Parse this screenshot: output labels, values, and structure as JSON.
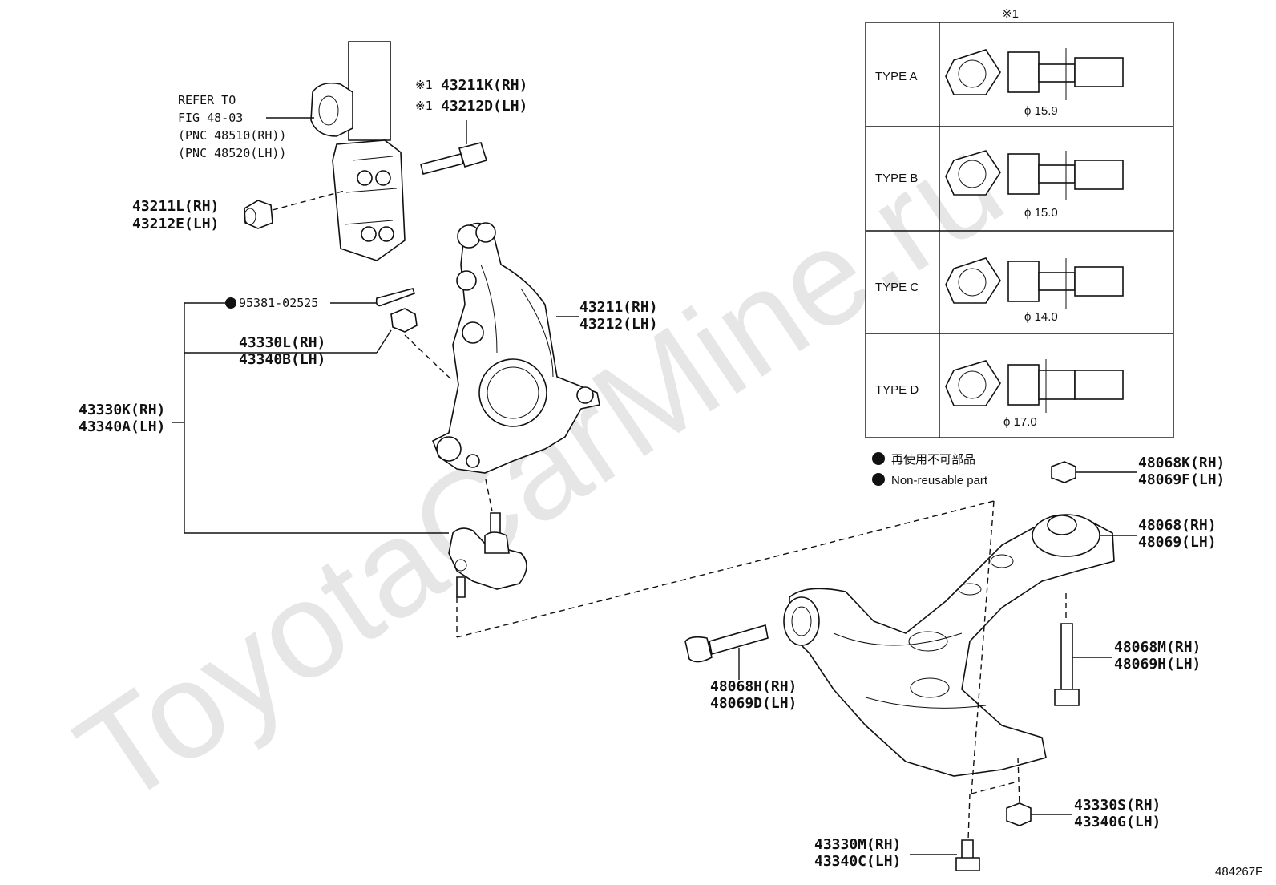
{
  "watermark": "ToyotaCarMine.ru",
  "figure_number": "484267F",
  "refer": {
    "line1": "REFER TO",
    "line2": "FIG 48-03",
    "line3": "(PNC 48510(RH))",
    "line4": "(PNC 48520(LH))"
  },
  "labels": {
    "bolt_rh": "43211K(RH)",
    "bolt_lh": "43212D(LH)",
    "bolt_mark": "※1",
    "nut_rh": "43211L(RH)",
    "nut_lh": "43212E(LH)",
    "cotter_pin": "95381-02525",
    "castle_nut_rh": "43330L(RH)",
    "castle_nut_lh": "43340B(LH)",
    "ball_joint_rh": "43330K(RH)",
    "ball_joint_lh": "43340A(LH)",
    "knuckle_rh": "43211(RH)",
    "knuckle_lh": "43212(LH)",
    "arm_nut_rh": "48068K(RH)",
    "arm_nut_lh": "48069F(LH)",
    "arm_rh": "48068(RH)",
    "arm_lh": "48069(LH)",
    "rear_bolt_rh": "48068M(RH)",
    "rear_bolt_lh": "48069H(LH)",
    "front_bolt_rh": "48068H(RH)",
    "front_bolt_lh": "48069D(LH)",
    "bj_nut_rh": "43330S(RH)",
    "bj_nut_lh": "43340G(LH)",
    "bj_bolt_rh": "43330M(RH)",
    "bj_bolt_lh": "43340C(LH)"
  },
  "types_table": {
    "header": "※1",
    "rows": [
      {
        "type": "TYPE A",
        "dia": "ϕ 15.9"
      },
      {
        "type": "TYPE B",
        "dia": "ϕ 15.0"
      },
      {
        "type": "TYPE C",
        "dia": "ϕ 14.0"
      },
      {
        "type": "TYPE D",
        "dia": "ϕ 17.0"
      }
    ]
  },
  "legend": {
    "jp": "再使用不可部品",
    "en": "Non-reusable part"
  }
}
